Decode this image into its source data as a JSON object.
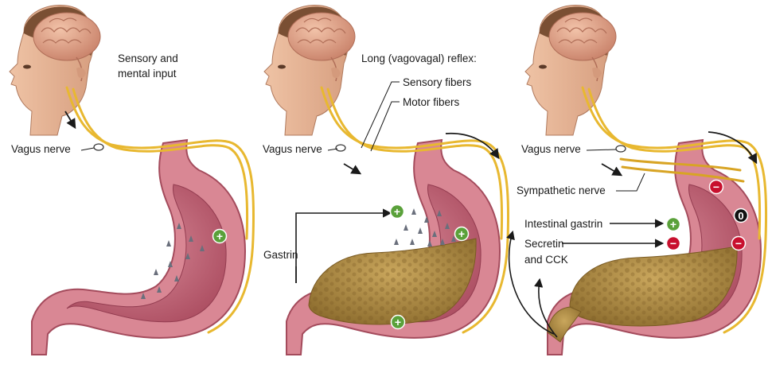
{
  "panels": [
    {
      "text": {
        "sensory_input_line1": "Sensory and",
        "sensory_input_line2": "mental input",
        "vagus_nerve": "Vagus nerve"
      },
      "markers": [
        "+"
      ]
    },
    {
      "text": {
        "long_reflex": "Long (vagovagal) reflex:",
        "sensory_fibers": "Sensory fibers",
        "motor_fibers": "Motor fibers",
        "vagus_nerve": "Vagus nerve",
        "gastrin": "Gastrin"
      },
      "markers": [
        "+",
        "+",
        "+"
      ]
    },
    {
      "text": {
        "vagus_nerve": "Vagus nerve",
        "sympathetic_nerve": "Sympathetic nerve",
        "intestinal_gastrin": "Intestinal gastrin",
        "secretin_line1": "Secretin",
        "secretin_line2": "and CCK"
      },
      "markers": [
        "−",
        "+",
        "−",
        "−",
        "0"
      ]
    }
  ],
  "colors": {
    "stimulate": "#5aa13a",
    "inhibit": "#c8102e",
    "neutral": "#111111",
    "nerve": "#e8b830",
    "stomach_wall": "#d97a86",
    "stomach_lumen": "#b8586a",
    "chyme": "#a7843e",
    "skin": "#e9b898",
    "brain": "#e2a184"
  }
}
